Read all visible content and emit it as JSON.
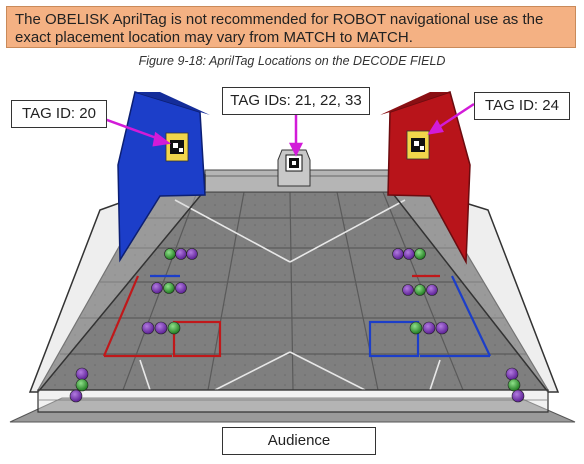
{
  "note": {
    "text": "The OBELISK AprilTag is not recommended for ROBOT navigational use as the exact placement location may vary from MATCH to MATCH."
  },
  "figure": {
    "caption": "Figure 9-18: AprilTag Locations on the DECODE FIELD"
  },
  "callouts": {
    "tag_left": "TAG ID: 20",
    "tag_center": "TAG IDs: 21, 22, 33",
    "tag_right": "TAG ID: 24",
    "audience": "Audience"
  },
  "colors": {
    "note_bg": "#f4b183",
    "blue_goal": "#1c3ec9",
    "red_goal": "#b8141a",
    "arrow": "#d21bd8",
    "tile": "#7d7d7d",
    "artifact_purple": "#7b2fbf",
    "artifact_green": "#3aa63a"
  }
}
